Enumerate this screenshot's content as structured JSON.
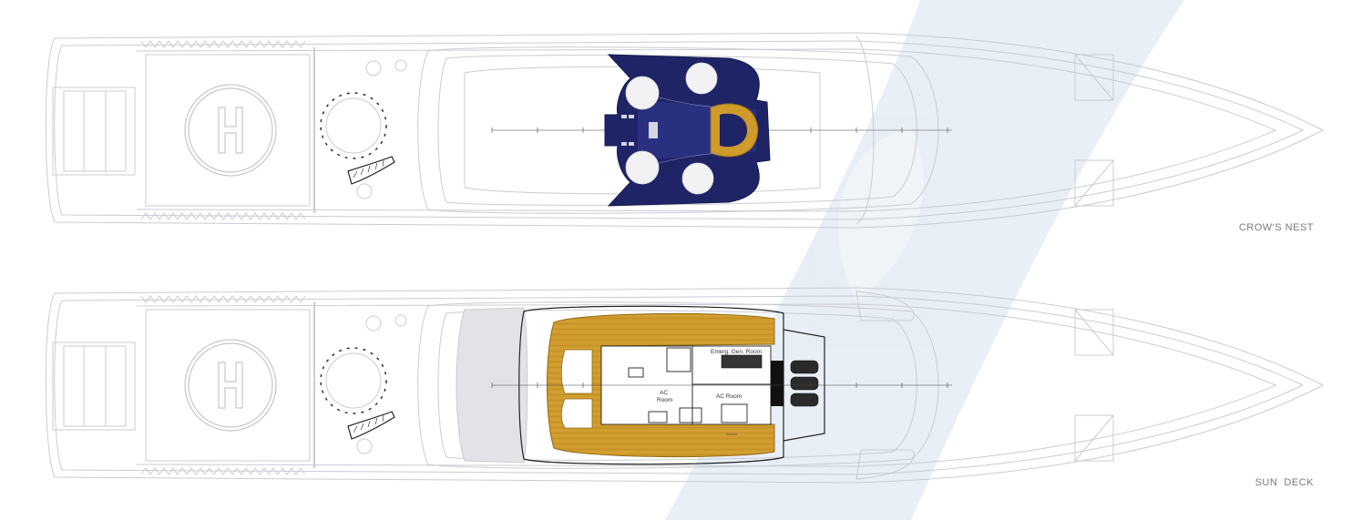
{
  "decks": [
    {
      "id": "crows-nest",
      "label": "CROW'S NEST"
    },
    {
      "id": "sun-deck",
      "label": "SUN  DECK"
    }
  ],
  "rooms": {
    "emergency_generator": "Emerg. Gen. Room",
    "ac_room_left_line1": "AC",
    "ac_room_left_line2": "Room",
    "ac_room_right": "AC Room",
    "shower": "Shower"
  },
  "colors": {
    "outline": "#c9ccd2",
    "watermark": "#e6edf6",
    "navy": "#1f2467",
    "teak": "#cf9b2b",
    "label": "#7a7a7a"
  },
  "icons": [
    "helipad-icon",
    "spiral-stair-icon",
    "sun-lounger-icon",
    "jacuzzi-icon"
  ]
}
